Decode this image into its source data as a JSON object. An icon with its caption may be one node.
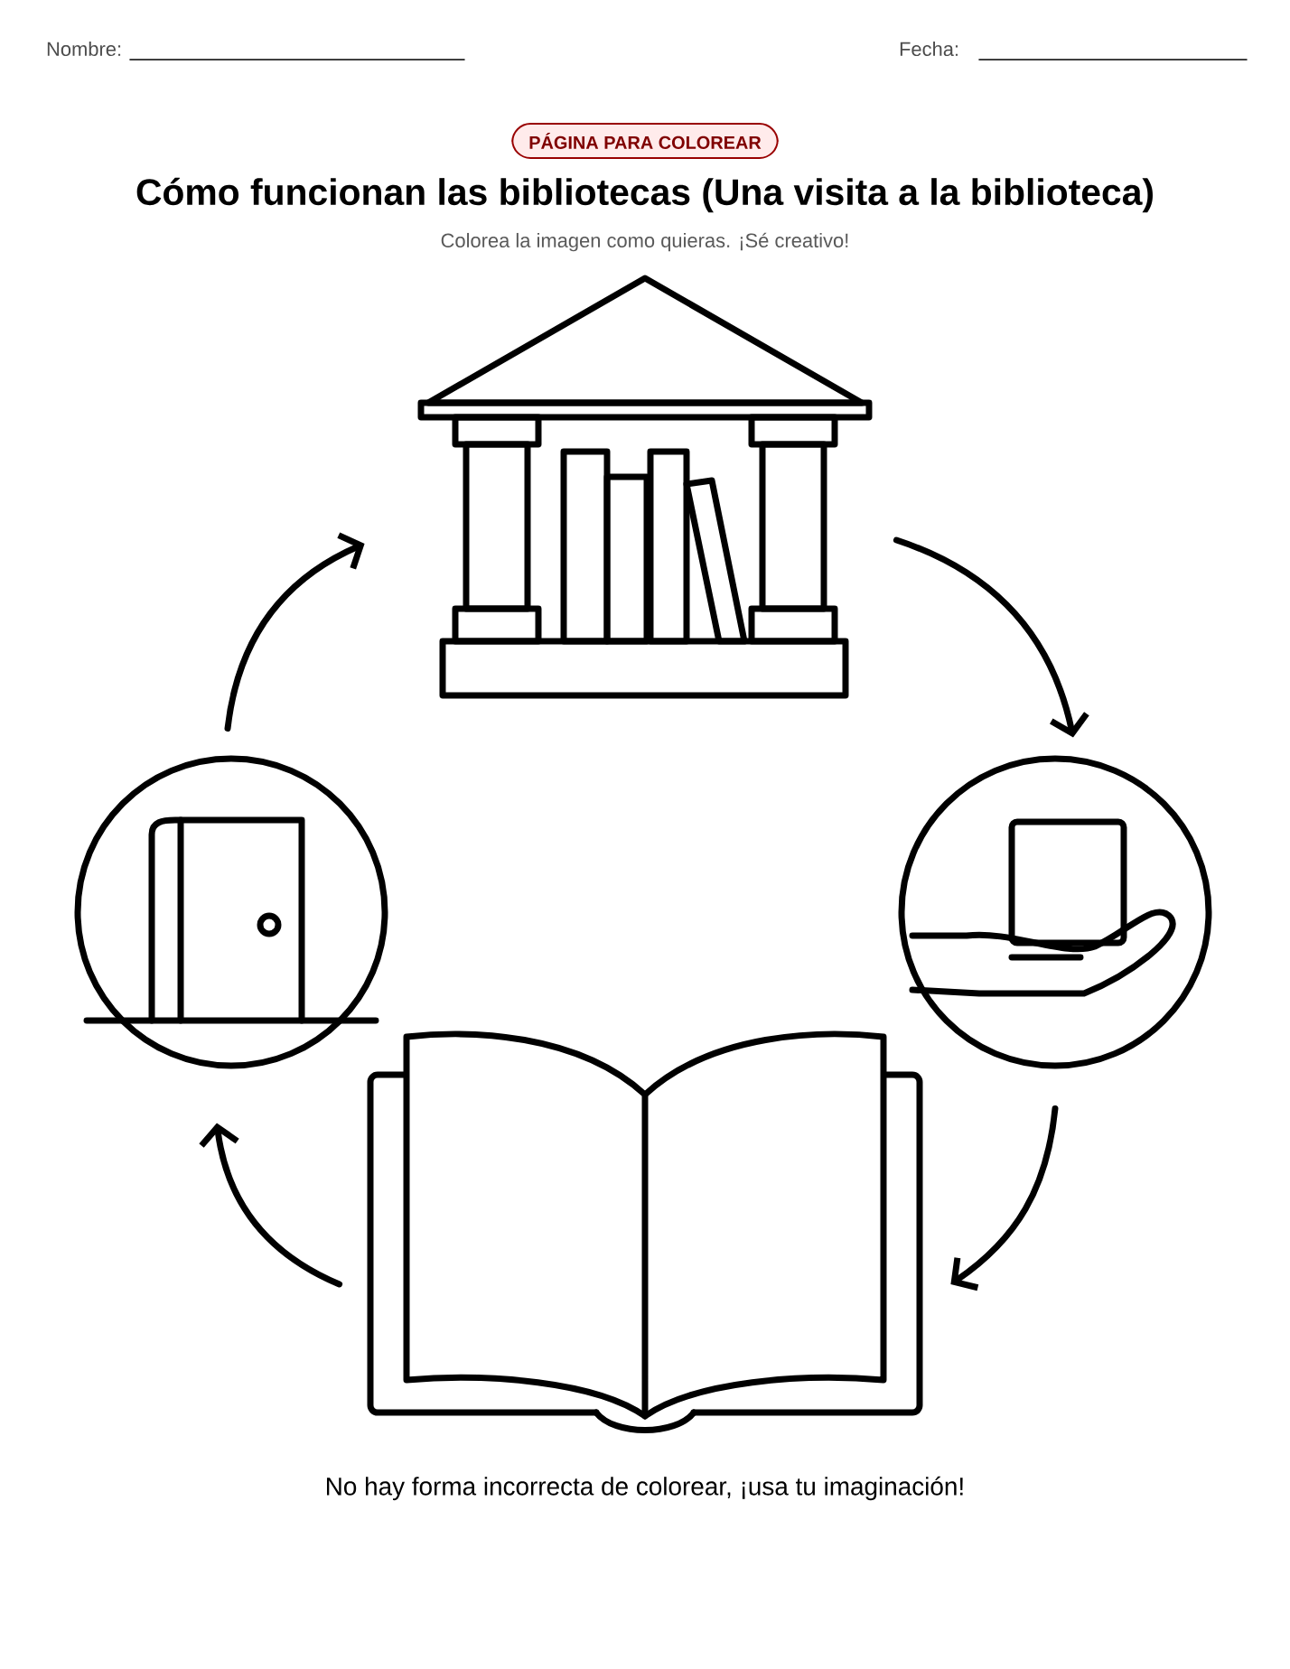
{
  "diagram": {
    "title": "Cómo funcionan las bibliotecas (Una visita a la biblioteca)",
    "nodes": [
      {
        "text": [],
        "shape": "picture"
      },
      {
        "text": [],
        "shape": "circle"
      },
      {
        "text": [],
        "shape": "circle"
      },
      {
        "text": [],
        "shape": "picture"
      }
    ],
    "edges": [
      {
        "from": 0,
        "to": 2,
        "arrow": "to"
      },
      {
        "from": 2,
        "to": 3,
        "arrow": "to"
      },
      {
        "from": 3,
        "to": 1,
        "arrow": "to"
      },
      {
        "from": 1,
        "to": 0,
        "arrow": "to"
      }
    ],
    "labels": [
      "Nombre:",
      "Fecha:",
      "PÁGINA PARA COLOREAR",
      "Colorea la imagen como quieras. ¡Sé creativo!",
      "No hay forma incorrecta de colorear, ¡usa tu imaginación!"
    ]
  }
}
